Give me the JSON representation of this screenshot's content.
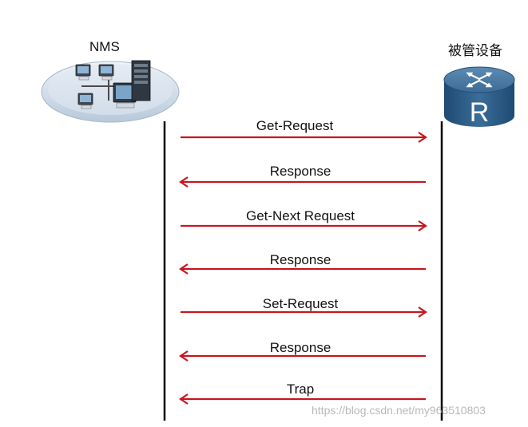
{
  "nodes": {
    "nms": {
      "label": "NMS",
      "icon": "network-management-station-icon"
    },
    "device": {
      "label": "被管设备",
      "icon": "router-icon",
      "icon_letter": "R"
    }
  },
  "messages": [
    {
      "label": "Get-Request",
      "direction": "right"
    },
    {
      "label": "Response",
      "direction": "left"
    },
    {
      "label": "Get-Next Request",
      "direction": "right"
    },
    {
      "label": "Response",
      "direction": "left"
    },
    {
      "label": "Set-Request",
      "direction": "right"
    },
    {
      "label": "Response",
      "direction": "left"
    },
    {
      "label": "Trap",
      "direction": "left"
    }
  ],
  "watermark": "https://blog.csdn.net/my963510803",
  "colors": {
    "arrow": "#c8161d",
    "lifeline": "#000000",
    "router": "#2f5e86"
  }
}
